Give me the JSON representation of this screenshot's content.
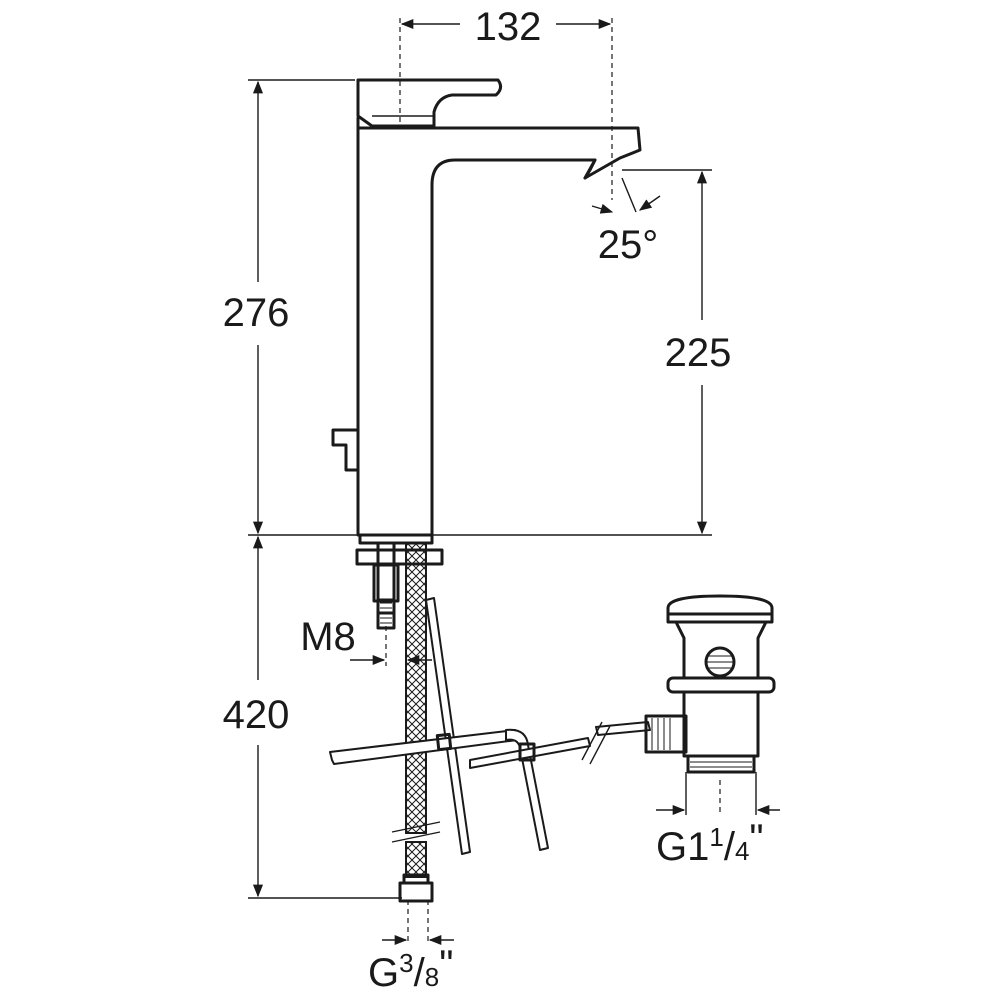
{
  "dimensions": {
    "width_top": "132",
    "spout_angle": "25°",
    "body_height": "276",
    "spout_height": "225",
    "tail_length": "420",
    "rod_thread": "M8",
    "hose_thread": {
      "prefix": "G",
      "numerator": "3",
      "slash": "/",
      "denominator": "8",
      "unit": "\""
    },
    "waste_thread": {
      "prefix": "G1",
      "numerator": "1",
      "slash": "/",
      "denominator": "4",
      "unit": "\""
    }
  }
}
